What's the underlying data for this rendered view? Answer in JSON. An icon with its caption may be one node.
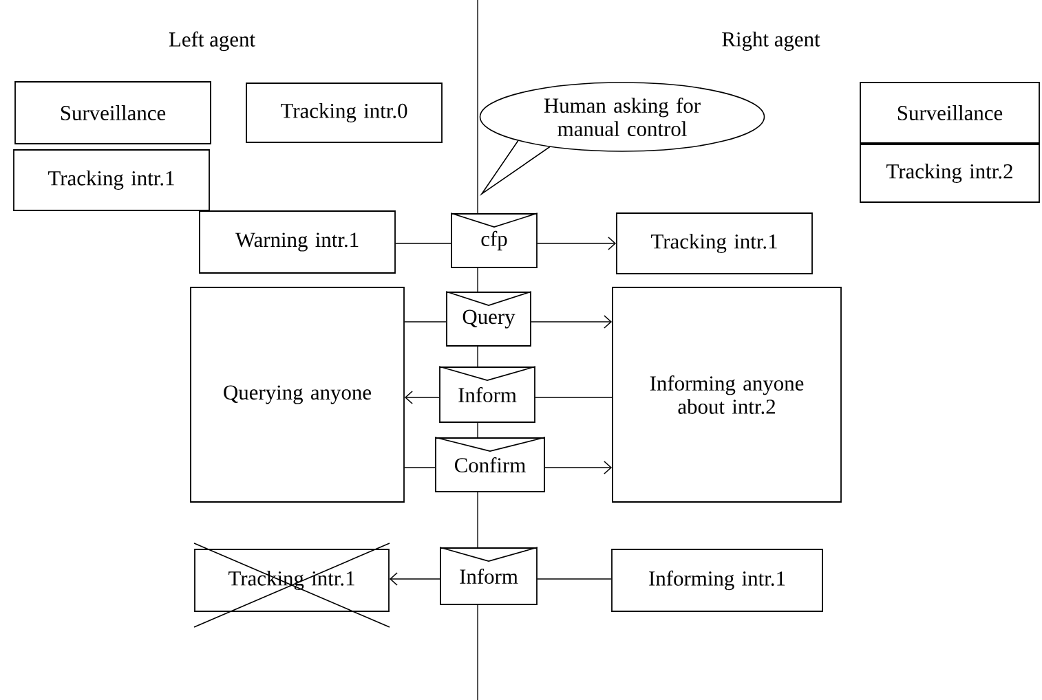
{
  "diagram": {
    "nodes": [
      {
        "text": [
          "Surveillance"
        ]
      },
      {
        "text": [
          "Tracking intr.0"
        ]
      },
      {
        "text": [
          "Tracking intr.1"
        ]
      },
      {
        "text": [
          "Human asking for manual control"
        ]
      },
      {
        "text": [
          "Surveillance"
        ]
      },
      {
        "text": [
          "Tracking intr.2"
        ]
      },
      {
        "text": [
          "Warning intr.1"
        ]
      },
      {
        "text": [
          "cfp"
        ]
      },
      {
        "text": [
          "Tracking intr.1"
        ]
      },
      {
        "text": [
          "Querying anyone"
        ]
      },
      {
        "text": [
          "Query"
        ]
      },
      {
        "text": [
          "Informing anyone about intr.2"
        ]
      },
      {
        "text": [
          "Inform"
        ]
      },
      {
        "text": [
          "Confirm"
        ]
      },
      {
        "text": [
          "Tracking intr.1"
        ]
      },
      {
        "text": [
          "Inform"
        ]
      },
      {
        "text": [
          "Informing intr.1"
        ]
      }
    ],
    "edges": [
      {
        "from": 6,
        "to": 7,
        "arrow": "none"
      },
      {
        "from": 7,
        "to": 8,
        "arrow": "to"
      },
      {
        "from": 9,
        "to": 10,
        "arrow": "none"
      },
      {
        "from": 10,
        "to": 11,
        "arrow": "to"
      },
      {
        "from": 11,
        "to": 12,
        "arrow": "none"
      },
      {
        "from": 12,
        "to": 9,
        "arrow": "to"
      },
      {
        "from": 9,
        "to": 13,
        "arrow": "none"
      },
      {
        "from": 13,
        "to": 11,
        "arrow": "to"
      },
      {
        "from": 16,
        "to": 15,
        "arrow": "none"
      },
      {
        "from": 15,
        "to": 14,
        "arrow": "to"
      }
    ],
    "labels": [
      "Left agent",
      "Right agent"
    ]
  }
}
